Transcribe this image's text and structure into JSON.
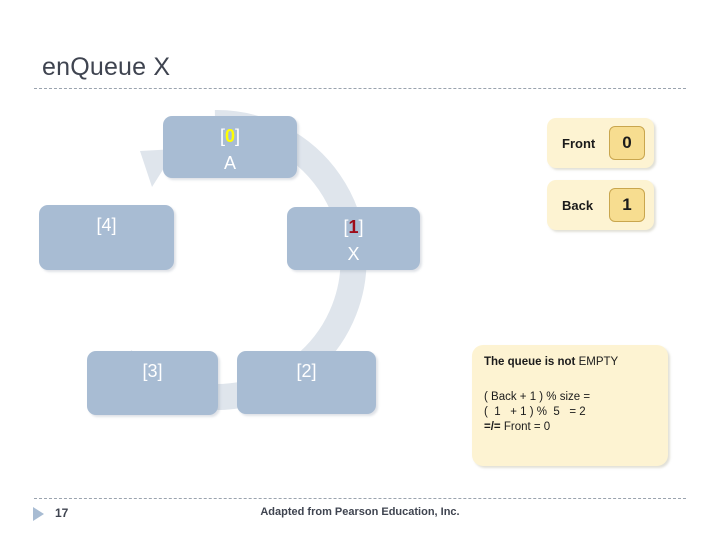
{
  "slide": {
    "title": "enQueue X",
    "page_number": "17",
    "credit": "Adapted from Pearson Education, Inc.",
    "colors": {
      "cell_fill": "#a8bcd3",
      "arrow_fill": "#dfe5ec",
      "pointer_box_fill": "#fdf3d2",
      "pointer_value_fill": "#f7dd90",
      "highlight_yellow": "#ffff00",
      "highlight_red": "#9e0b18",
      "title_text": "#3f4450"
    }
  },
  "cycle": {
    "icon": "circular-arrow-icon",
    "direction": "counter-clockwise",
    "cells": [
      {
        "index": "[0]",
        "index_number": "0",
        "value": "A",
        "highlight": "yellow"
      },
      {
        "index": "[1]",
        "index_number": "1",
        "value": "X",
        "highlight": "red"
      },
      {
        "index": "[2]",
        "index_number": "2",
        "value": "",
        "highlight": "none"
      },
      {
        "index": "[3]",
        "index_number": "3",
        "value": "",
        "highlight": "none"
      },
      {
        "index": "[4]",
        "index_number": "4",
        "value": "",
        "highlight": "none"
      }
    ],
    "bracket_open": "[",
    "bracket_close": "]"
  },
  "pointers": [
    {
      "label": "Front",
      "value": "0"
    },
    {
      "label": "Back",
      "value": "1"
    }
  ],
  "note": {
    "headline_bold_1": "The queue is ",
    "headline_bold_2": "not",
    "headline_regular": " EMPTY",
    "formula_line_1": "( Back + 1 ) % size =",
    "formula_line_2": "(  1   + 1 ) %  5   = 2",
    "formula_line_3_bold": "=/=",
    "formula_line_3_rest": " Front = 0"
  }
}
